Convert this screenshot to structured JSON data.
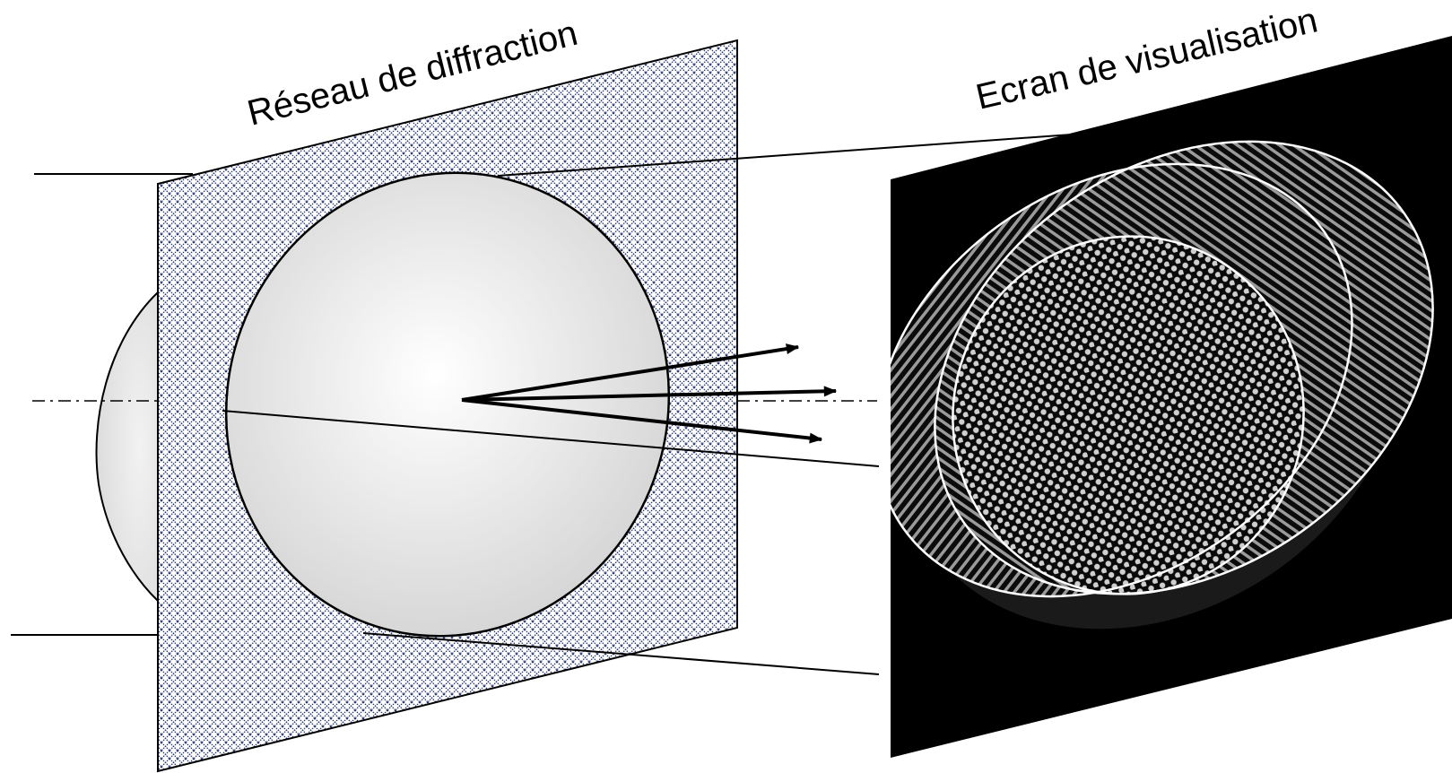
{
  "labels": {
    "grating": "Réseau de diffraction",
    "screen": "Ecran de visualisation"
  },
  "colors": {
    "background": "#ffffff",
    "line": "#000000",
    "grating_fill": "#ffffff",
    "grating_hatch": "#1f2f6a",
    "beam_center": "#ffffff",
    "beam_edge": "#d4d4d4",
    "screen_fill": "#000000",
    "screen_ring": "#ffffff"
  },
  "diagram": {
    "components": [
      "incident-beam",
      "diffraction-grating",
      "diffracted-beams",
      "viewing-screen"
    ],
    "diffracted_beam_count": 3,
    "screen_ring_count": 3
  }
}
